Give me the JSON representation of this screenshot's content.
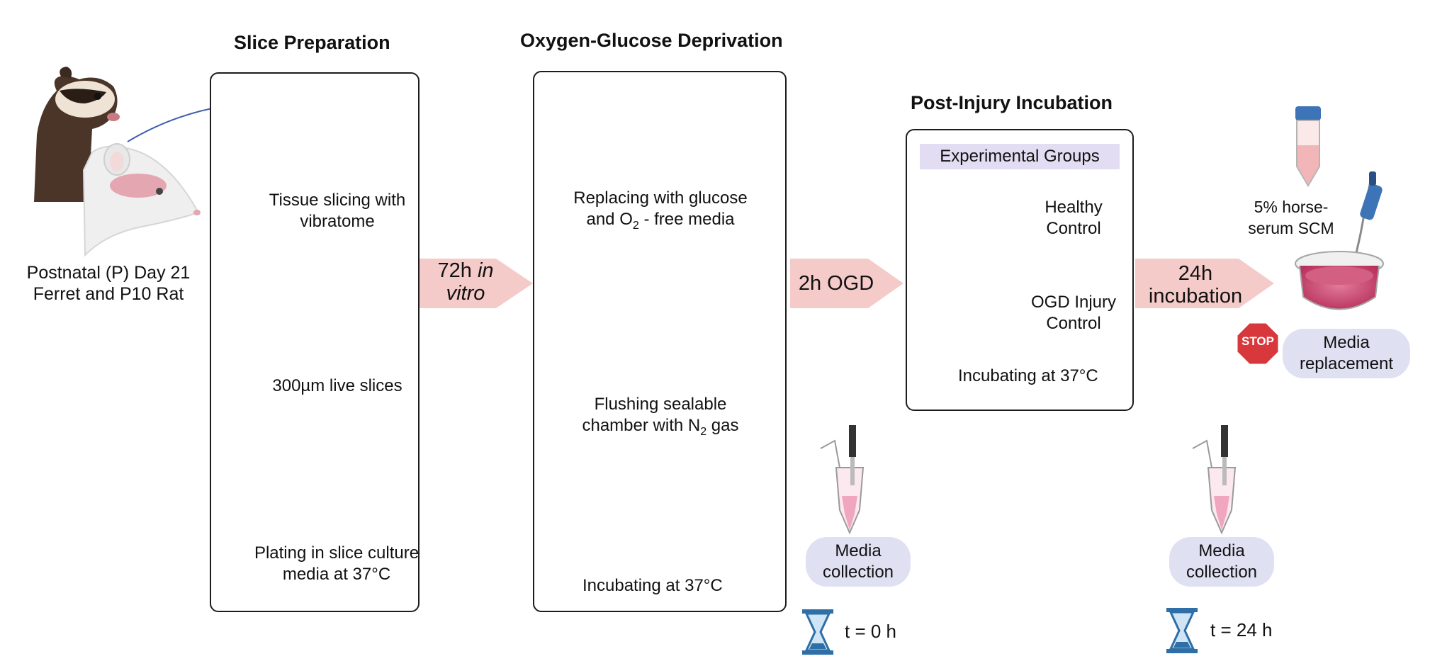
{
  "source": {
    "line1": "Postnatal (P) Day 21",
    "line2": "Ferret and P10 Rat"
  },
  "slice_prep": {
    "title": "Slice Preparation",
    "step1_line1": "Tissue slicing with",
    "step1_line2": "vibratome",
    "step2": "300µm live slices",
    "step3_line1": "Plating in slice culture",
    "step3_line2": "media at 37°C"
  },
  "transition1": {
    "line1": "72h",
    "line1_italic": "in",
    "line2_italic": "vitro"
  },
  "ogd": {
    "title": "Oxygen-Glucose Deprivation",
    "step1_line1": "Replacing with glucose",
    "step1_line2_a": "and O",
    "step1_line2_sub": "2",
    "step1_line2_b": " - free media",
    "step2_line1": "Flushing sealable",
    "step2_line2_a": "chamber with N",
    "step2_line2_sub": "2",
    "step2_line2_b": " gas",
    "step3": "Incubating at 37°C"
  },
  "transition2": {
    "label": "2h OGD"
  },
  "post_injury": {
    "title": "Post-Injury Incubation",
    "groups_header": "Experimental Groups",
    "group1_line1": "Healthy",
    "group1_line2": "Control",
    "group2_line1": "OGD Injury",
    "group2_line2": "Control",
    "incubation": "Incubating at 37°C"
  },
  "transition3": {
    "line1": "24h",
    "line2": "incubation"
  },
  "final": {
    "serum_line1": "5% horse-",
    "serum_line2": "serum SCM",
    "stop_sign": "STOP",
    "replacement_line1": "Media",
    "replacement_line2": "replacement"
  },
  "collection0": {
    "line1": "Media",
    "line2": "collection",
    "time": "t = 0 h"
  },
  "collection24": {
    "line1": "Media",
    "line2": "collection",
    "time": "t = 24 h"
  },
  "colors": {
    "arrow_fill": "#f4cbc9",
    "pill_fill": "#dfe1f3",
    "header_fill": "#e3ddf3",
    "media_pink": "#c9406a",
    "blue_arrow": "#3e5fae",
    "hourglass": "#2d6fa6",
    "stop_red": "#d8383c"
  },
  "icons": [
    "ferret-icon",
    "rat-icon",
    "vibratome-icon",
    "brain-slice-icon",
    "well-plate-icon",
    "culture-dish-icon",
    "thermometer-icon",
    "sealed-chamber-icon",
    "gas-cylinder-icon",
    "incubator-icon",
    "hourglass-icon",
    "microtube-pipette-icon",
    "falcon-tube-icon",
    "pipette-icon",
    "stop-sign-icon"
  ]
}
